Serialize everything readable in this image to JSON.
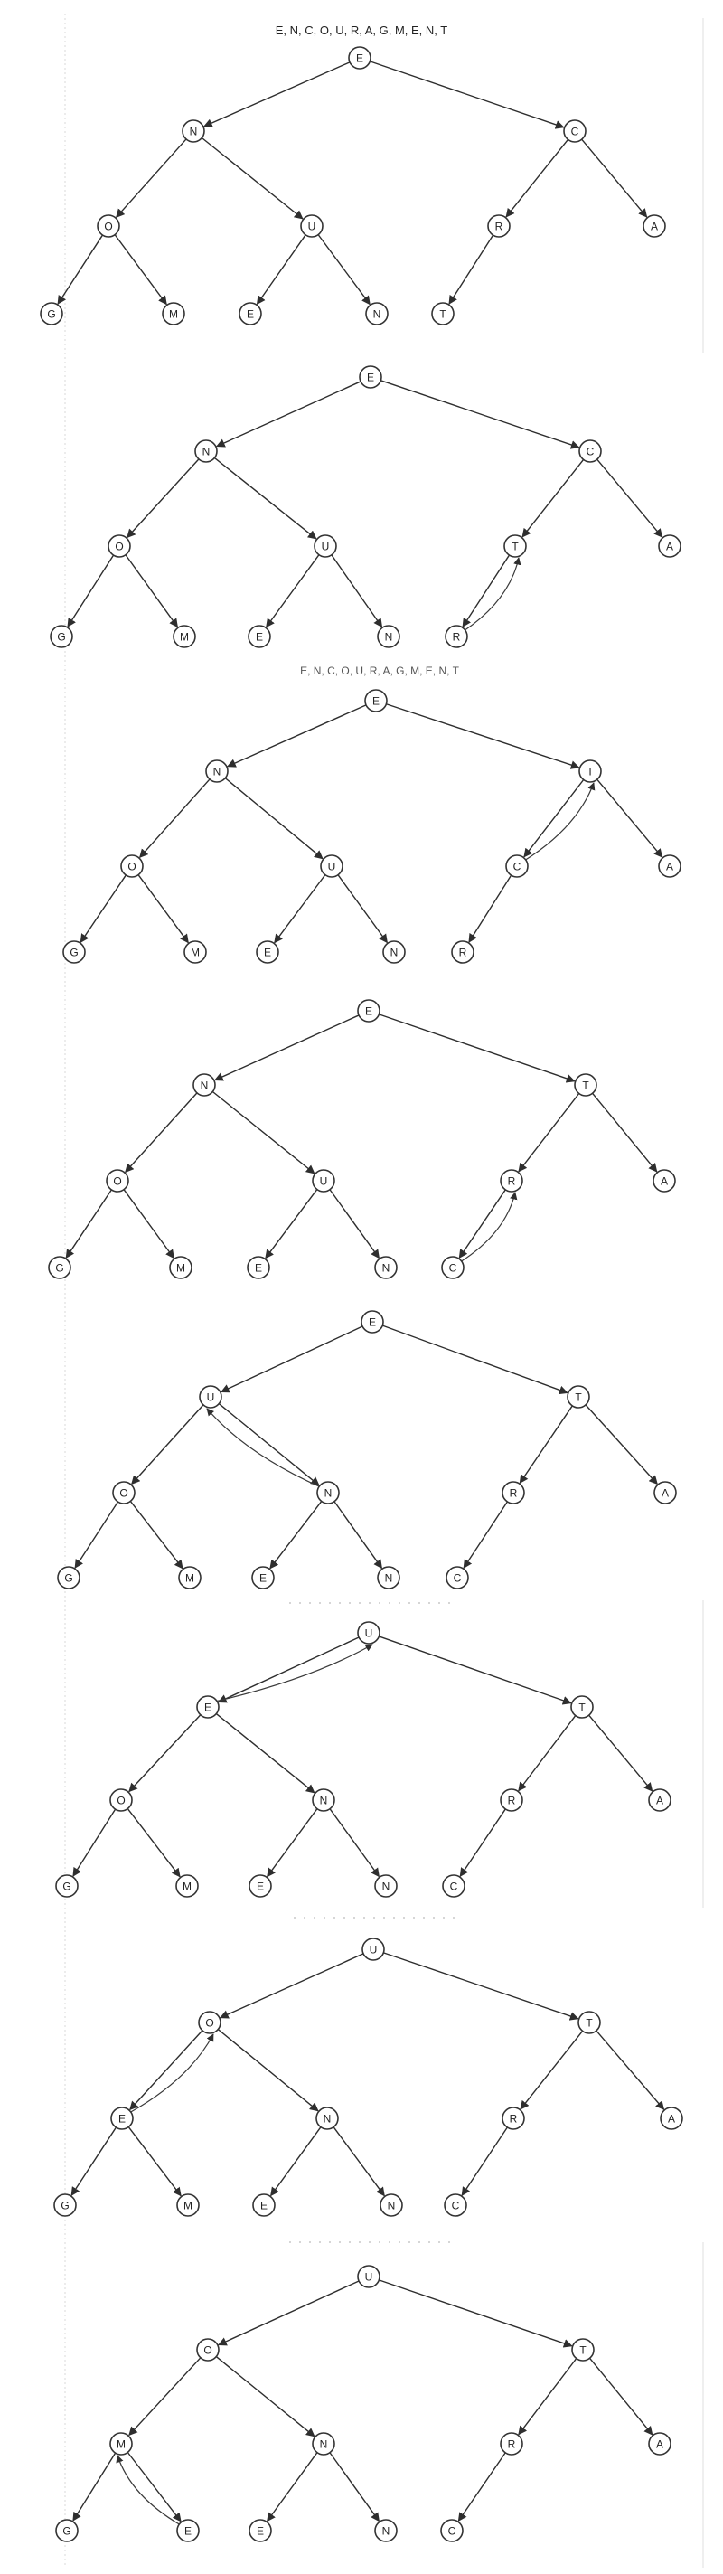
{
  "caption": "E, N, C, O, U, R, A, G, M, E, N, T",
  "partial_caption": "E, N, C, O, U, R, A, G, M, E, N, T",
  "trees": [
    {
      "nodes": [
        "E",
        "N",
        "C",
        "O",
        "U",
        "R",
        "A",
        "G",
        "M",
        "E",
        "N",
        "T"
      ],
      "swap": null
    },
    {
      "nodes": [
        "E",
        "N",
        "C",
        "O",
        "U",
        "T",
        "A",
        "G",
        "M",
        "E",
        "N",
        "R"
      ],
      "swap": [
        11,
        5
      ]
    },
    {
      "nodes": [
        "E",
        "N",
        "T",
        "O",
        "U",
        "C",
        "A",
        "G",
        "M",
        "E",
        "N",
        "R"
      ],
      "swap": [
        5,
        2
      ]
    },
    {
      "nodes": [
        "E",
        "N",
        "T",
        "O",
        "U",
        "R",
        "A",
        "G",
        "M",
        "E",
        "N",
        "C"
      ],
      "swap": [
        11,
        5
      ]
    },
    {
      "nodes": [
        "E",
        "U",
        "T",
        "O",
        "N",
        "R",
        "A",
        "G",
        "M",
        "E",
        "N",
        "C"
      ],
      "swap": [
        4,
        1
      ]
    },
    {
      "nodes": [
        "U",
        "E",
        "T",
        "O",
        "N",
        "R",
        "A",
        "G",
        "M",
        "E",
        "N",
        "C"
      ],
      "swap": [
        1,
        0
      ]
    },
    {
      "nodes": [
        "U",
        "O",
        "T",
        "E",
        "N",
        "R",
        "A",
        "G",
        "M",
        "E",
        "N",
        "C"
      ],
      "swap": [
        3,
        1
      ]
    },
    {
      "nodes": [
        "U",
        "O",
        "T",
        "M",
        "N",
        "R",
        "A",
        "G",
        "E",
        "E",
        "N",
        "C"
      ],
      "swap": [
        8,
        3
      ]
    }
  ]
}
